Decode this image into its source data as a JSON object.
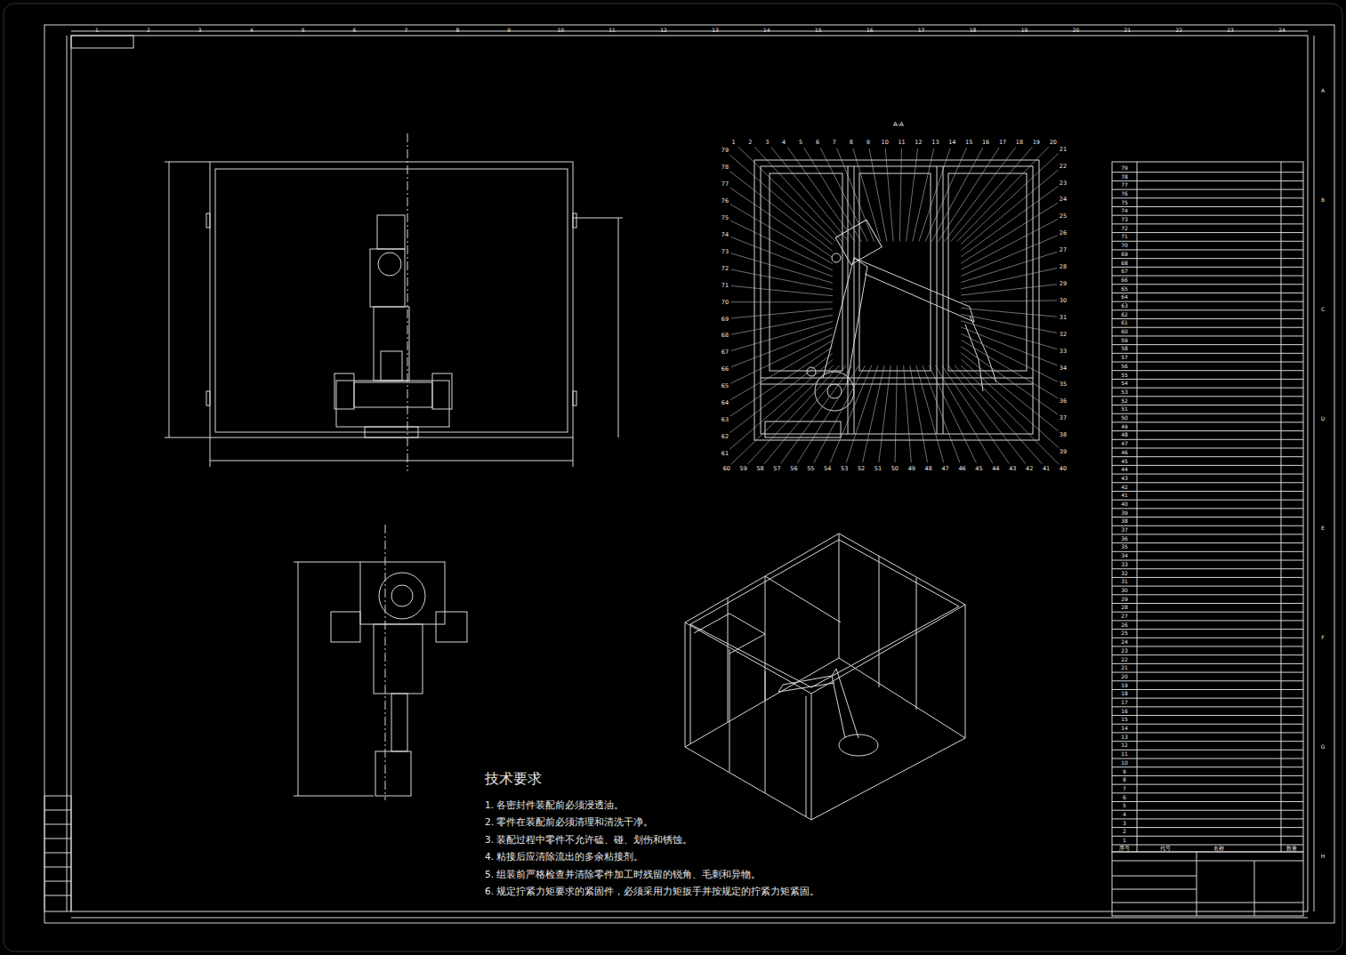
{
  "diagram": {
    "labels": [
      "1",
      "2",
      "3",
      "4",
      "5",
      "6",
      "7",
      "8",
      "9",
      "10",
      "11",
      "12",
      "13",
      "14",
      "15",
      "16",
      "17",
      "18",
      "19",
      "20",
      "21",
      "22",
      "23",
      "24",
      "A",
      "B",
      "C",
      "D",
      "E",
      "F",
      "G",
      "H",
      "1",
      "2",
      "3",
      "4",
      "5",
      "6",
      "7",
      "8",
      "9",
      "10",
      "11",
      "12",
      "13",
      "14",
      "15",
      "16",
      "17",
      "18",
      "19",
      "20",
      "21",
      "22",
      "23",
      "24",
      "25",
      "26",
      "27",
      "28",
      "29",
      "30",
      "31",
      "32",
      "33",
      "34",
      "35",
      "36",
      "37",
      "38",
      "39",
      "40",
      "41",
      "42",
      "43",
      "44",
      "45",
      "46",
      "47",
      "48",
      "49",
      "50",
      "51",
      "52",
      "53",
      "54",
      "55",
      "56",
      "57",
      "58",
      "59",
      "60",
      "61",
      "62",
      "63",
      "64",
      "65",
      "66",
      "67",
      "68",
      "69",
      "70",
      "71",
      "72",
      "73",
      "74",
      "75",
      "76",
      "77",
      "78",
      "79",
      "79",
      "78",
      "77",
      "76",
      "75",
      "74",
      "73",
      "72",
      "71",
      "70",
      "69",
      "68",
      "67",
      "66",
      "65",
      "64",
      "63",
      "62",
      "61",
      "60",
      "59",
      "58",
      "57",
      "56",
      "55",
      "54",
      "53",
      "52",
      "51",
      "50",
      "49",
      "48",
      "47",
      "46",
      "45",
      "44",
      "43",
      "42",
      "41",
      "40",
      "39",
      "38",
      "37",
      "36",
      "35",
      "34",
      "33",
      "32",
      "31",
      "30",
      "29",
      "28",
      "27",
      "26",
      "25",
      "24",
      "23",
      "22",
      "21",
      "20",
      "19",
      "18",
      "17",
      "16",
      "15",
      "14",
      "13",
      "12",
      "11",
      "10",
      "9",
      "8",
      "7",
      "6",
      "5",
      "4",
      "3",
      "2",
      "1",
      "序号",
      "代号",
      "名称",
      "数量",
      "技术要求",
      "1. 各密封件装配前必须浸透油。",
      "2. 零件在装配前必须清理和清洗干净。",
      "3. 装配过程中零件不允许磕、碰、划伤和锈蚀。",
      "4. 粘接后应清除流出的多余粘接剂。",
      "5. 组装前严格检查并清除零件加工时残留的锐角、毛刺和异物。",
      "6. 规定拧紧力矩要求的紧固件，必须采用力矩扳手并按规定的拧紧力矩紧固。",
      "A-A"
    ]
  }
}
